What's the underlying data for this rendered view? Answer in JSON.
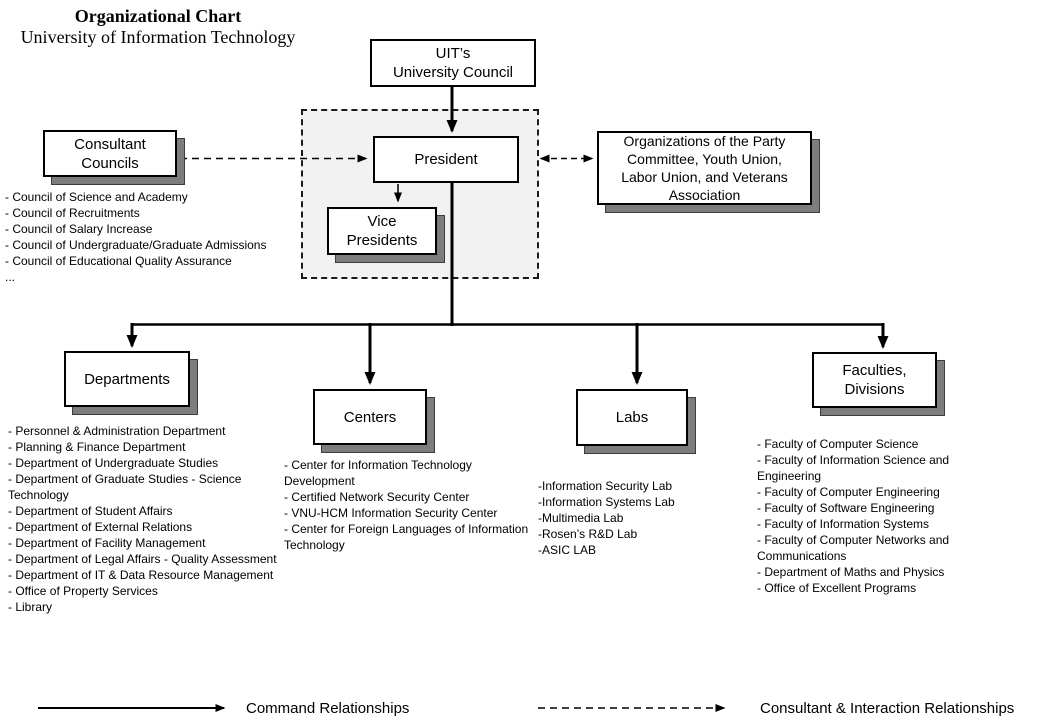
{
  "title": {
    "line1": "Organizational Chart",
    "line2": "University of Information Technology"
  },
  "nodes": {
    "university_council": "UIT’s\nUniversity Council",
    "president": "President",
    "vice_presidents": "Vice\nPresidents",
    "consultant_councils": "Consultant\nCouncils",
    "party_organizations": "Organizations of the Party\nCommittee, Youth Union,\nLabor Union, and Veterans\nAssociation",
    "departments": "Departments",
    "centers": "Centers",
    "labs": "Labs",
    "faculties": "Faculties,\nDivisions"
  },
  "lists": {
    "consultant": [
      "- Council of Science and Academy",
      "- Council of Recruitments",
      "- Council of Salary Increase",
      "- Council of Undergraduate/Graduate Admissions",
      "- Council of Educational Quality Assurance",
      "..."
    ],
    "departments": [
      "- Personnel & Administration Department",
      "- Planning & Finance Department",
      "- Department of Undergraduate Studies",
      "- Department of Graduate Studies - Science Technology",
      "- Department of Student Affairs",
      "- Department of External Relations",
      "- Department of Facility Management",
      "- Department of Legal Affairs - Quality Assessment",
      "- Department of IT & Data Resource Management",
      "- Office of Property Services",
      "- Library"
    ],
    "centers": [
      "- Center for Information Technology Development",
      "- Certified Network Security Center",
      "- VNU-HCM Information Security Center",
      "- Center for Foreign Languages of Information Technology"
    ],
    "labs": [
      "-Information Security Lab",
      "-Information Systems Lab",
      "-Multimedia Lab",
      "-Rosen’s R&D Lab",
      "-ASIC LAB"
    ],
    "faculties": [
      "- Faculty of Computer Science",
      "- Faculty of Information Science and Engineering",
      "- Faculty of Computer Engineering",
      "- Faculty of Software Engineering",
      "- Faculty of Information Systems",
      "- Faculty of Computer Networks and Communications",
      "- Department of Maths and Physics",
      "- Office of Excellent Programs"
    ]
  },
  "legend": {
    "command": "Command Relationships",
    "consultant_interaction": "Consultant & Interaction Relationships"
  },
  "colors": {
    "line": "#000000",
    "box_border": "#000000",
    "box_shadow": "#7d7d7d",
    "dashed_region_fill": "#f2f2f2",
    "background": "#ffffff"
  }
}
